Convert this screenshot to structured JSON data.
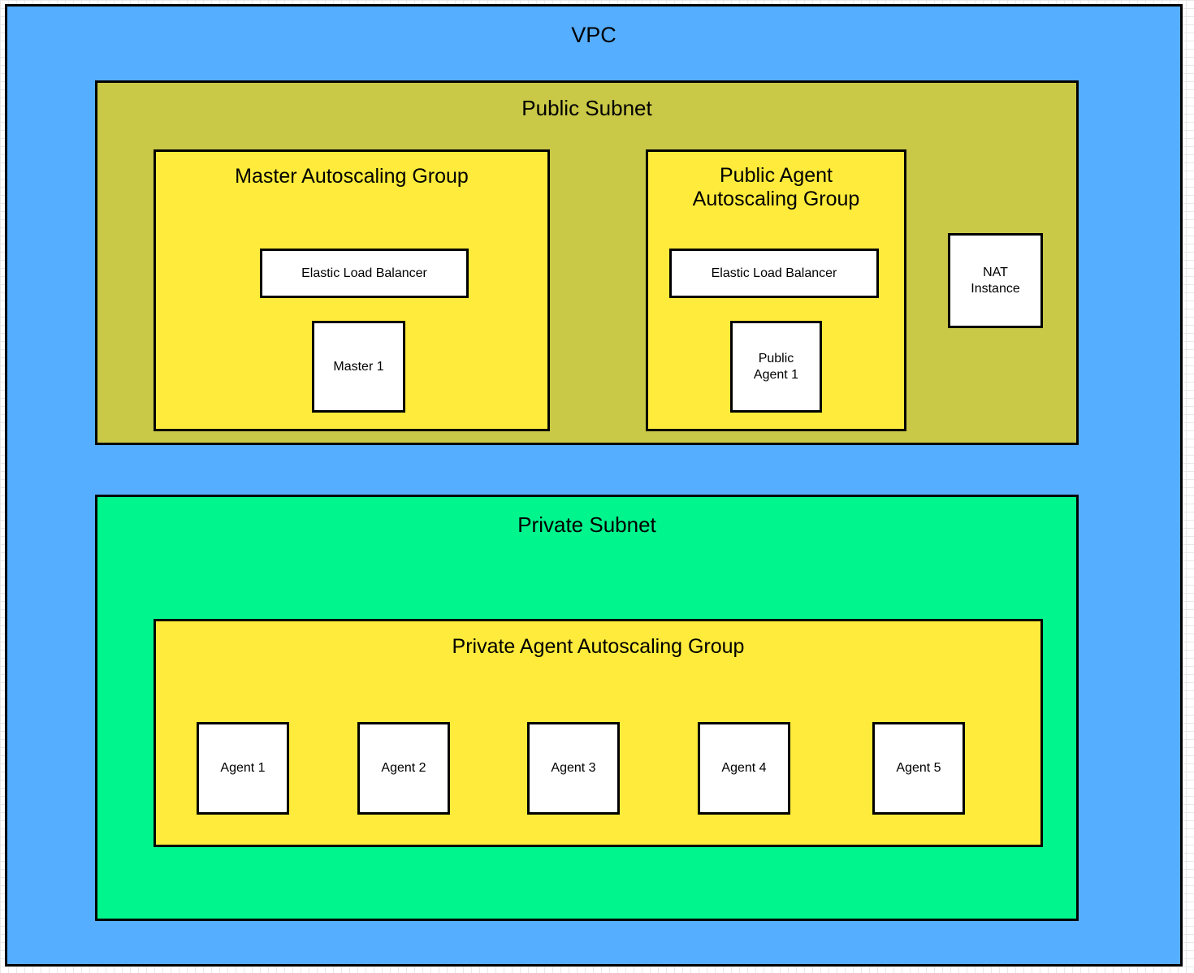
{
  "diagram": {
    "title": "VPC",
    "colors": {
      "vpc": "#55aeff",
      "public_subnet": "#c9c847",
      "private_subnet": "#00f58c",
      "autoscaling_group": "#ffeb3b",
      "instance": "#ffffff",
      "border": "#000000",
      "text": "#000000"
    }
  },
  "vpc": {
    "label": "VPC",
    "public_subnet": {
      "label": "Public Subnet",
      "master_asg": {
        "label": "Master Autoscaling Group",
        "elb": {
          "label": "Elastic Load Balancer"
        },
        "instances": [
          {
            "label": "Master 1"
          }
        ]
      },
      "public_agent_asg": {
        "label": "Public Agent\nAutoscaling Group",
        "elb": {
          "label": "Elastic Load Balancer"
        },
        "instances": [
          {
            "label": "Public\nAgent 1"
          }
        ]
      },
      "nat": {
        "label": "NAT\nInstance"
      }
    },
    "private_subnet": {
      "label": "Private Subnet",
      "private_agent_asg": {
        "label": "Private Agent Autoscaling Group",
        "instances": [
          {
            "label": "Agent 1"
          },
          {
            "label": "Agent 2"
          },
          {
            "label": "Agent 3"
          },
          {
            "label": "Agent 4"
          },
          {
            "label": "Agent 5"
          }
        ]
      }
    }
  }
}
